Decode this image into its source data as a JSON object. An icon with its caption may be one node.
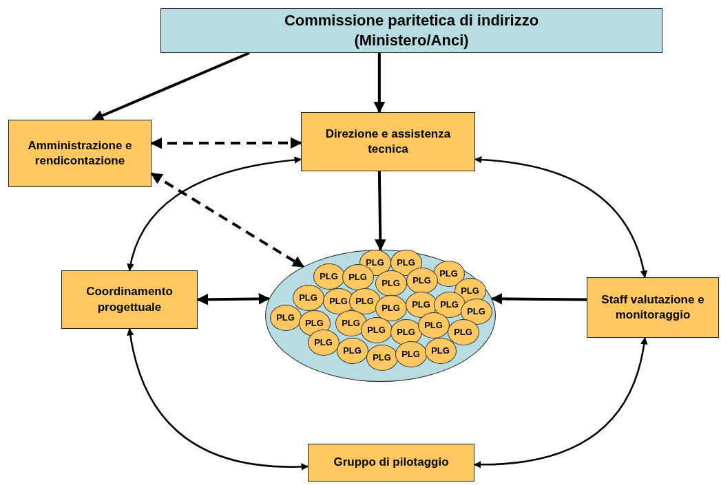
{
  "diagram": {
    "nodes": [
      {
        "text": [
          "Commissione paritetica di indirizzo (Ministero/Anci)"
        ]
      },
      {
        "text": [
          "Amministrazione e rendicontazione"
        ]
      },
      {
        "text": [
          "Direzione e assistenza tecnica"
        ]
      },
      {
        "text": [
          "Coordinamento progettuale"
        ]
      },
      {
        "text": [],
        "shape": "ellipse"
      },
      {
        "text": [
          "PLG"
        ],
        "in": 4
      },
      {
        "text": [
          "PLG"
        ],
        "in": 4
      },
      {
        "text": [
          "PLG"
        ],
        "in": 4
      },
      {
        "text": [
          "PLG"
        ],
        "in": 4
      },
      {
        "text": [
          "PLG"
        ],
        "in": 4
      },
      {
        "text": [
          "PLG"
        ],
        "in": 4
      },
      {
        "text": [
          "PLG"
        ],
        "in": 4
      },
      {
        "text": [
          "PLG"
        ],
        "in": 4
      },
      {
        "text": [
          "PLG"
        ],
        "in": 4
      },
      {
        "text": [
          "PLG"
        ],
        "in": 4
      },
      {
        "text": [
          "PLG"
        ],
        "in": 4
      },
      {
        "text": [
          "PLG"
        ],
        "in": 4
      },
      {
        "text": [
          "PLG"
        ],
        "in": 4
      },
      {
        "text": [
          "PLG"
        ],
        "in": 4
      },
      {
        "text": [
          "PLG"
        ],
        "in": 4
      },
      {
        "text": [
          "PLG"
        ],
        "in": 4
      },
      {
        "text": [
          "PLG"
        ],
        "in": 4
      },
      {
        "text": [
          "PLG"
        ],
        "in": 4
      },
      {
        "text": [
          "PLG"
        ],
        "in": 4
      },
      {
        "text": [
          "PLG"
        ],
        "in": 4
      },
      {
        "text": [
          "PLG"
        ],
        "in": 4
      },
      {
        "text": [
          "PLG"
        ],
        "in": 4
      },
      {
        "text": [
          "PLG"
        ],
        "in": 4
      },
      {
        "text": [
          "PLG"
        ],
        "in": 4
      },
      {
        "text": [
          "PLG"
        ],
        "in": 4
      },
      {
        "text": [
          "PLG"
        ],
        "in": 4
      },
      {
        "text": [
          "PLG"
        ],
        "in": 4
      },
      {
        "text": [
          "Staff valutazione e monitoraggio"
        ]
      },
      {
        "text": [
          "Gruppo di pilotaggio"
        ]
      }
    ],
    "edges": [
      {
        "from": 0,
        "to": 1,
        "arrow": "to"
      },
      {
        "from": 0,
        "to": 2,
        "arrow": "to"
      },
      {
        "from": 1,
        "to": 2,
        "arrow": "both",
        "style": "dashed"
      },
      {
        "from": 1,
        "to": 4,
        "arrow": "both",
        "style": "dashed"
      },
      {
        "from": 2,
        "to": 4,
        "arrow": "to"
      },
      {
        "from": 3,
        "to": 4,
        "arrow": "both"
      },
      {
        "from": 32,
        "to": 4,
        "arrow": "to"
      },
      {
        "from": 3,
        "to": 2,
        "arrow": "both"
      },
      {
        "from": 2,
        "to": 32,
        "arrow": "both"
      },
      {
        "from": 3,
        "to": 33,
        "arrow": "both"
      },
      {
        "from": 32,
        "to": 33,
        "arrow": "both"
      }
    ]
  }
}
